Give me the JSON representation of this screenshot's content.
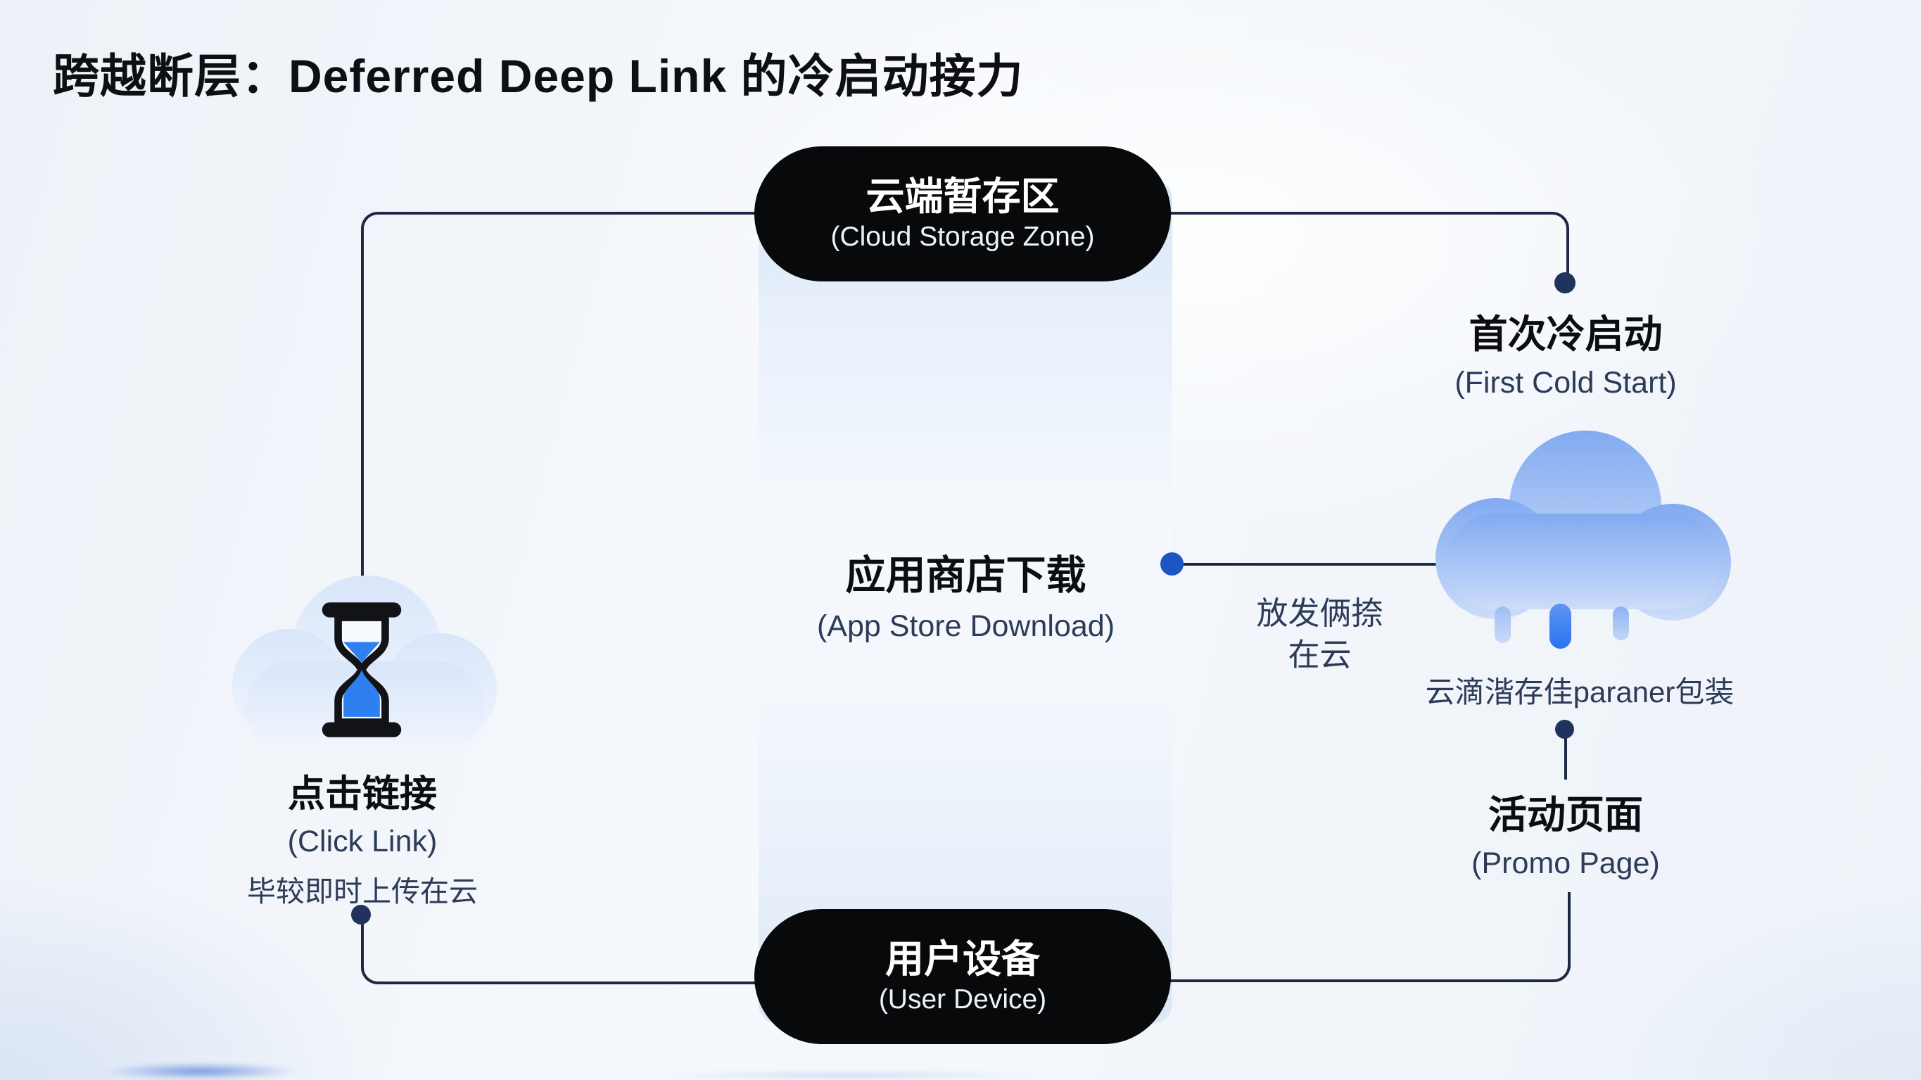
{
  "title": "跨越断层：Deferred Deep Link 的冷启动接力",
  "pills": {
    "cloud_storage": {
      "zh": "云端暂存区",
      "en": "(Cloud Storage Zone)"
    },
    "user_device": {
      "zh": "用户设备",
      "en": "(User Device)"
    }
  },
  "nodes": {
    "click_link": {
      "zh": "点击链接",
      "en": "(Click Link)",
      "note": "毕较即时上传在云"
    },
    "app_store": {
      "zh": "应用商店下载",
      "en": "(App Store Download)"
    },
    "first_cold_start": {
      "zh": "首次冷启动",
      "en": "(First Cold Start)"
    },
    "promo_page": {
      "zh": "活动页面",
      "en": "(Promo Page)"
    }
  },
  "annotations": {
    "relay_note_line1": "放发俩捺",
    "relay_note_line2": "在云",
    "cloud_note": "云滴湝存佳paraner包装"
  },
  "icons": {
    "left_cloud": "cloud-with-hourglass",
    "right_cloud": "rain-cloud"
  },
  "colors": {
    "pill_bg": "#08090b",
    "pill_text": "#ffffff",
    "line": "#1d2944",
    "dot_navy": "#20335c",
    "dot_blue": "#1d55c6",
    "sand_blue": "#2e7ff0",
    "rain_blue": "#2f7bf3",
    "en_text": "#2c3b58",
    "panel_top": "#d7e5f7",
    "panel_mid": "#f5f9fd"
  }
}
